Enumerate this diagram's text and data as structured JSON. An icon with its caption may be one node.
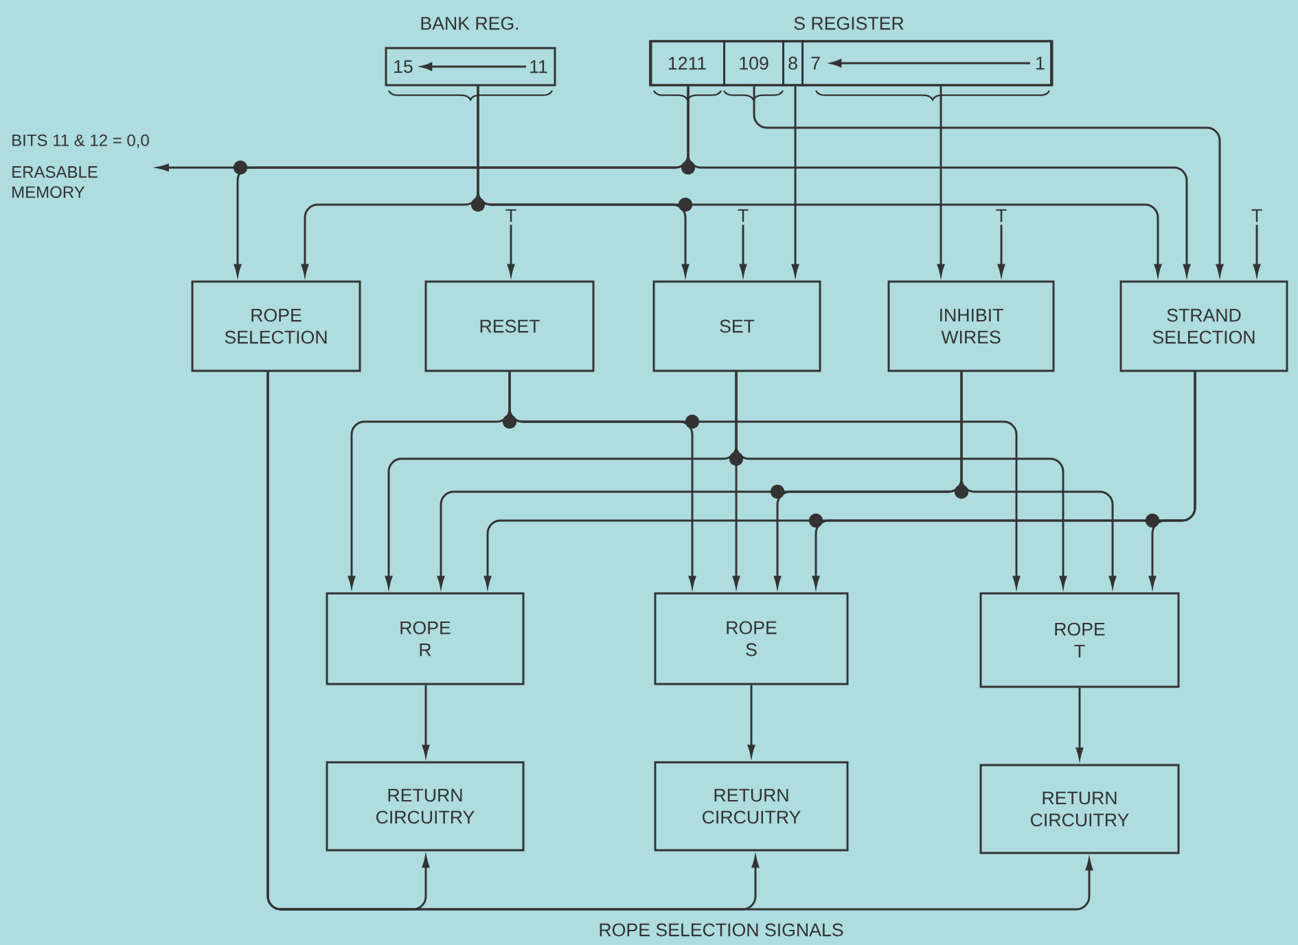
{
  "diagram": {
    "nodes": [
      {
        "text": [
          "BANK REG.",
          "15",
          "11"
        ]
      },
      {
        "text": [
          "S REGISTER"
        ]
      },
      {
        "text": [
          "1211"
        ],
        "in": 1
      },
      {
        "text": [
          "109"
        ],
        "in": 1
      },
      {
        "text": [
          "8"
        ],
        "in": 1
      },
      {
        "text": [
          "7",
          "1"
        ],
        "in": 1
      },
      {
        "text": [
          "BITS 11 & 12 = 0,0",
          "ERASABLE MEMORY"
        ]
      },
      {
        "text": [
          "ROPE SELECTION"
        ]
      },
      {
        "text": [
          "RESET"
        ]
      },
      {
        "text": [
          "SET"
        ]
      },
      {
        "text": [
          "INHIBIT WIRES"
        ]
      },
      {
        "text": [
          "STRAND SELECTION"
        ]
      },
      {
        "text": [
          "ROPE R"
        ]
      },
      {
        "text": [
          "ROPE S"
        ]
      },
      {
        "text": [
          "ROPE T"
        ]
      },
      {
        "text": [
          "RETURN CIRCUITRY"
        ]
      },
      {
        "text": [
          "RETURN CIRCUITRY"
        ]
      },
      {
        "text": [
          "RETURN CIRCUITRY"
        ]
      },
      {
        "text": [
          "T"
        ]
      },
      {
        "text": [
          "T"
        ]
      },
      {
        "text": [
          "T"
        ]
      },
      {
        "text": [
          "T"
        ]
      }
    ],
    "edges": [
      {
        "from": 2,
        "to": 6,
        "arrow": "to"
      },
      {
        "from": 2,
        "to": 7,
        "arrow": "to"
      },
      {
        "from": 2,
        "to": 11,
        "arrow": "to"
      },
      {
        "from": 0,
        "to": 7,
        "arrow": "to"
      },
      {
        "from": 0,
        "to": 9,
        "arrow": "to"
      },
      {
        "from": 0,
        "to": 11,
        "arrow": "to"
      },
      {
        "from": 3,
        "to": 11,
        "arrow": "to"
      },
      {
        "from": 4,
        "to": 9,
        "arrow": "to"
      },
      {
        "from": 5,
        "to": 10,
        "arrow": "to"
      },
      {
        "from": 18,
        "to": 8,
        "arrow": "to"
      },
      {
        "from": 19,
        "to": 9,
        "arrow": "to"
      },
      {
        "from": 20,
        "to": 10,
        "arrow": "to"
      },
      {
        "from": 21,
        "to": 11,
        "arrow": "to"
      },
      {
        "from": 8,
        "to": 12,
        "arrow": "to"
      },
      {
        "from": 8,
        "to": 13,
        "arrow": "to"
      },
      {
        "from": 8,
        "to": 14,
        "arrow": "to"
      },
      {
        "from": 9,
        "to": 12,
        "arrow": "to"
      },
      {
        "from": 9,
        "to": 13,
        "arrow": "to"
      },
      {
        "from": 9,
        "to": 14,
        "arrow": "to"
      },
      {
        "from": 10,
        "to": 12,
        "arrow": "to"
      },
      {
        "from": 10,
        "to": 13,
        "arrow": "to"
      },
      {
        "from": 10,
        "to": 14,
        "arrow": "to"
      },
      {
        "from": 11,
        "to": 12,
        "arrow": "to"
      },
      {
        "from": 11,
        "to": 13,
        "arrow": "to"
      },
      {
        "from": 11,
        "to": 14,
        "arrow": "to"
      },
      {
        "from": 12,
        "to": 15,
        "arrow": "to"
      },
      {
        "from": 13,
        "to": 16,
        "arrow": "to"
      },
      {
        "from": 14,
        "to": 17,
        "arrow": "to"
      },
      {
        "from": 7,
        "to": 15,
        "arrow": "to"
      },
      {
        "from": 7,
        "to": 16,
        "arrow": "to"
      },
      {
        "from": 7,
        "to": 17,
        "arrow": "to"
      }
    ],
    "labels": [
      "ROPE SELECTION SIGNALS"
    ]
  }
}
